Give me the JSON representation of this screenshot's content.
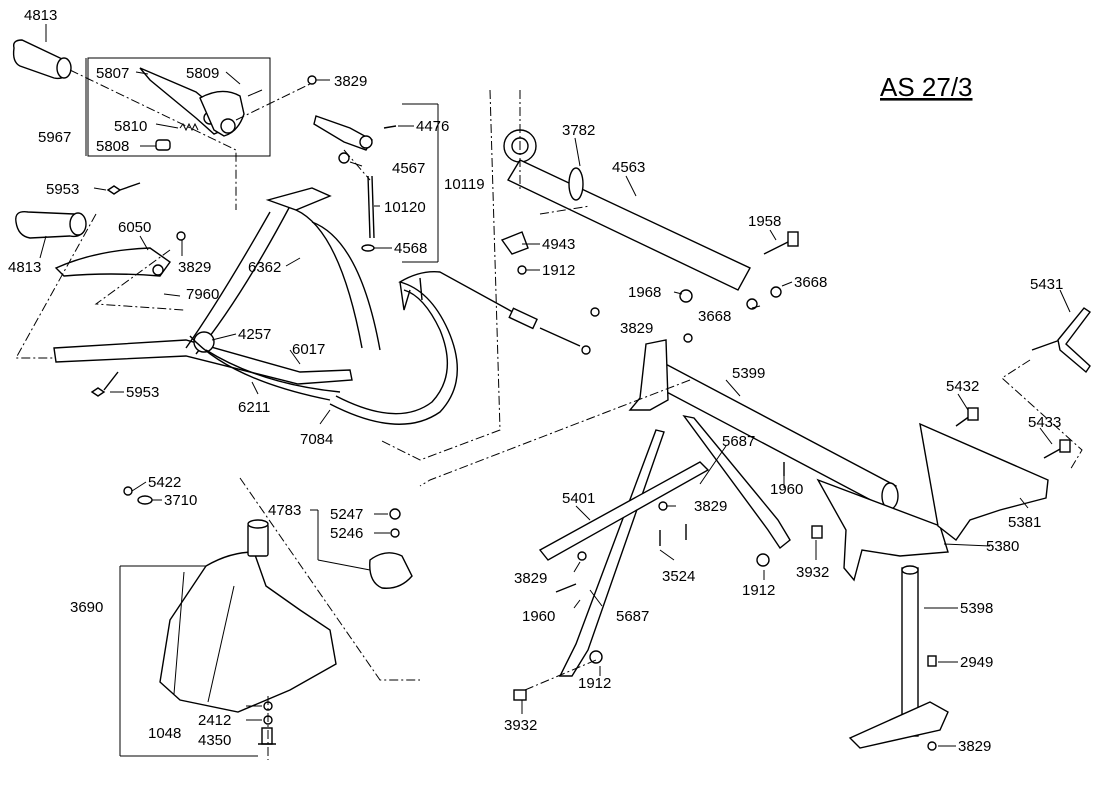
{
  "title": "AS 27/3",
  "callouts": {
    "p4813a": "4813",
    "p5807": "5807",
    "p5809": "5809",
    "p3829a": "3829",
    "p5967": "5967",
    "p5810": "5810",
    "p5808": "5808",
    "p5953a": "5953",
    "p4476": "4476",
    "p4567": "4567",
    "p10119": "10119",
    "p10120": "10120",
    "p4568": "4568",
    "p6050": "6050",
    "p4813b": "4813",
    "p3829b": "3829",
    "p6362": "6362",
    "p7960": "7960",
    "p4257": "4257",
    "p6017": "6017",
    "p5953b": "5953",
    "p6211": "6211",
    "p7084": "7084",
    "p3782": "3782",
    "p4563": "4563",
    "p4943": "4943",
    "p1912a": "1912",
    "p1958": "1958",
    "p1968": "1968",
    "p3668a": "3668",
    "p3668b": "3668",
    "p3829c": "3829",
    "p5431": "5431",
    "p5399": "5399",
    "p5432": "5432",
    "p5433": "5433",
    "p5687a": "5687",
    "p1960a": "1960",
    "p5381": "5381",
    "p5380": "5380",
    "p5401": "5401",
    "p3829d": "3829",
    "p3524": "3524",
    "p3829e": "3829",
    "p1912b": "1912",
    "p3932a": "3932",
    "p1960b": "1960",
    "p5687b": "5687",
    "p1912c": "1912",
    "p3932b": "3932",
    "p5398": "5398",
    "p2949": "2949",
    "p3829f": "3829",
    "p5422": "5422",
    "p3710": "3710",
    "p4783": "4783",
    "p5247": "5247",
    "p5246": "5246",
    "p3690": "3690",
    "p1048": "1048",
    "p2412": "2412",
    "p4350": "4350"
  }
}
